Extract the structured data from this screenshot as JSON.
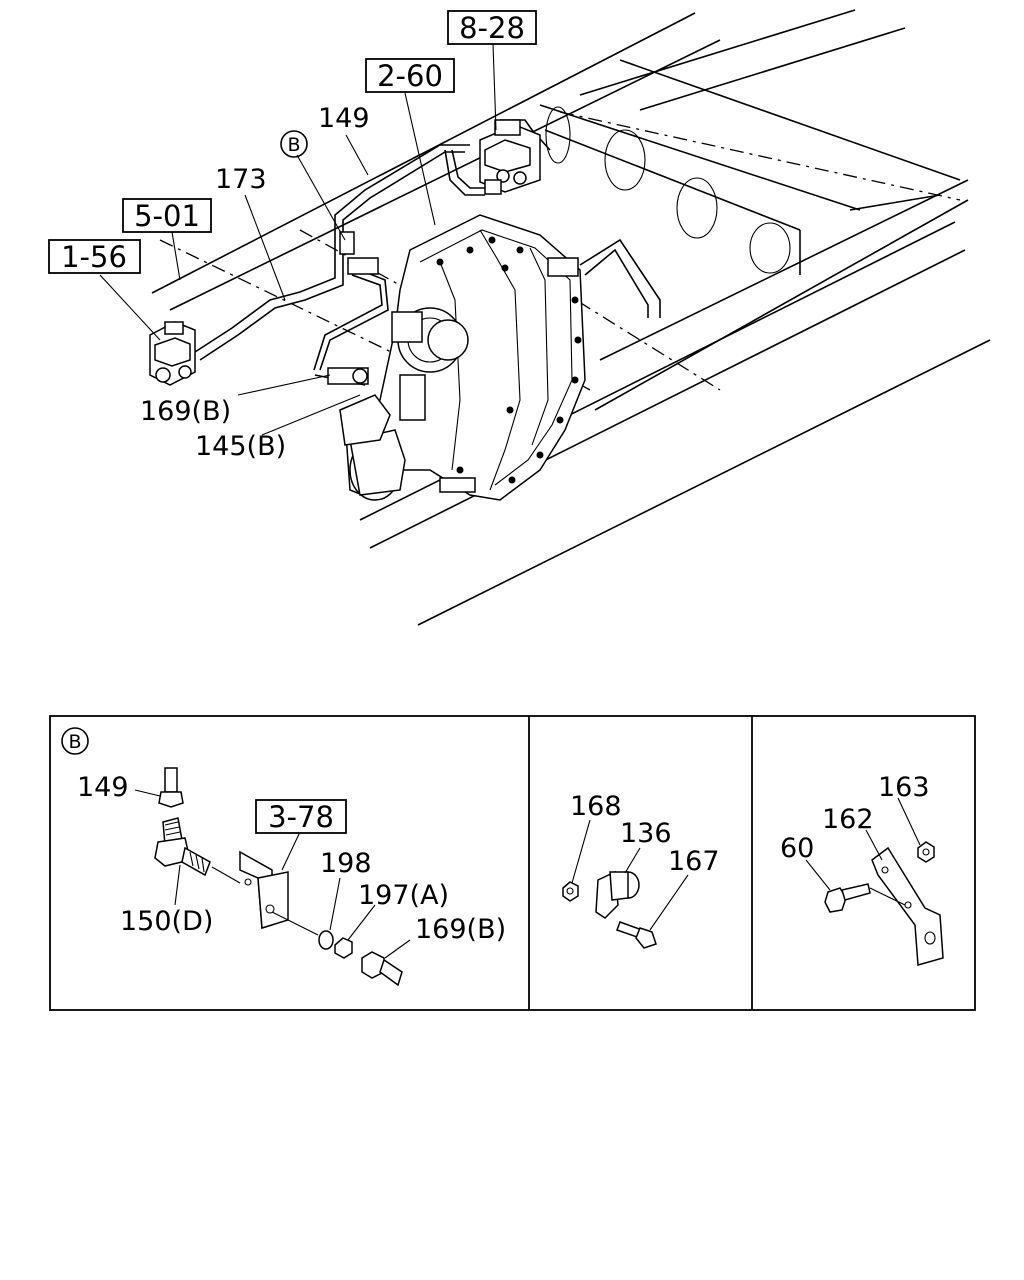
{
  "main_view": {
    "refs": {
      "r828": "8-28",
      "r260": "2-60",
      "r501": "5-01",
      "r156": "1-56"
    },
    "labels": {
      "l149": "149",
      "l173": "173",
      "l169b": "169(B)",
      "l145b": "145(B)"
    },
    "detail_marker": "B"
  },
  "detail_panels": {
    "panel_b": {
      "marker": "B",
      "ref": "3-78",
      "labels": {
        "l149": "149",
        "l150d": "150(D)",
        "l198": "198",
        "l197a": "197(A)",
        "l169b": "169(B)"
      }
    },
    "panel_clip": {
      "labels": {
        "l168": "168",
        "l136": "136",
        "l167": "167"
      }
    },
    "panel_bracket": {
      "labels": {
        "l163": "163",
        "l162": "162",
        "l60": "60"
      }
    }
  }
}
